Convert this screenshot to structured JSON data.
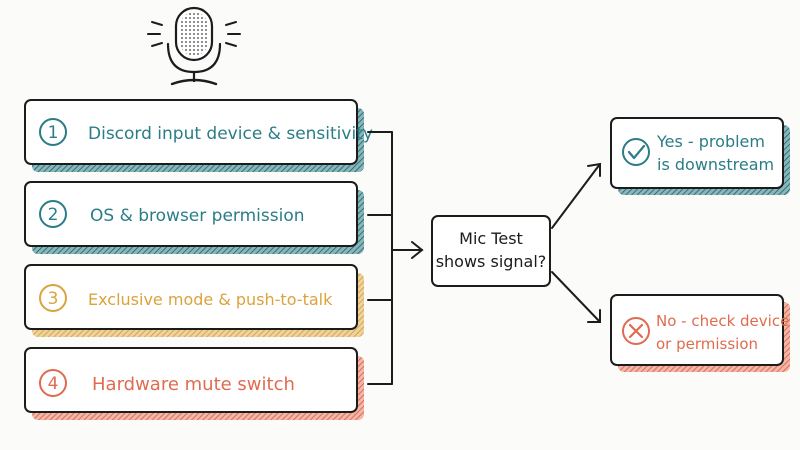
{
  "colors": {
    "teal": "#2a7d86",
    "amber": "#dba33c",
    "coral": "#e06b4f",
    "ink": "#1c1c1c"
  },
  "header": {
    "icon": "microphone-icon"
  },
  "steps": [
    {
      "number": "1",
      "label": "Discord input device & sensitivity",
      "color": "#2a7d86"
    },
    {
      "number": "2",
      "label": "OS & browser permission",
      "color": "#2a7d86"
    },
    {
      "number": "3",
      "label": "Exclusive mode & push-to-talk",
      "color": "#dba33c"
    },
    {
      "number": "4",
      "label": "Hardware mute switch",
      "color": "#e06b4f"
    }
  ],
  "decision": {
    "line1": "Mic Test",
    "line2": "shows signal?"
  },
  "outcomes": {
    "yes": {
      "icon": "check-circle-icon",
      "line1": "Yes - problem",
      "line2": "is downstream",
      "color": "#2a7d86"
    },
    "no": {
      "icon": "x-circle-icon",
      "line1": "No - check device",
      "line2": "or permission",
      "color": "#e06b4f"
    }
  }
}
